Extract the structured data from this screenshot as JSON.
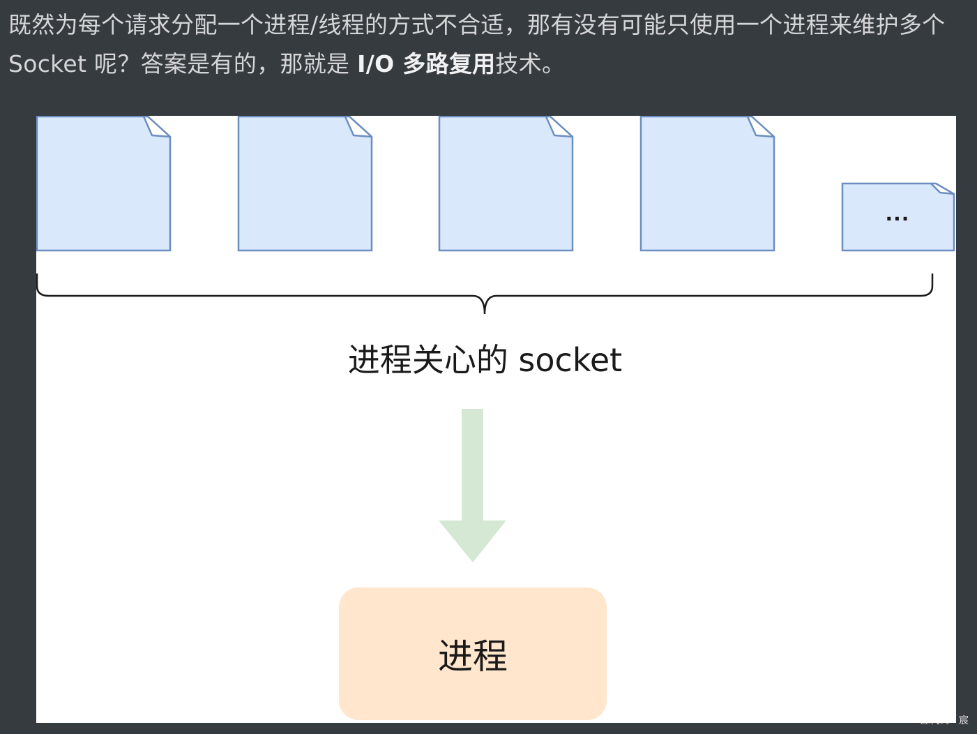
{
  "paragraph": {
    "text_before": "既然为每个请求分配一个进程/线程的方式不合适，那有没有可能只使用一个进程来维护多个 Socket 呢？答案是有的，那就是 ",
    "bold": "I/O 多路复用",
    "text_after": "技术。"
  },
  "diagram": {
    "doc_fill": "#dae8fc",
    "doc_stroke": "#6c8ebf",
    "ellipsis_label": "...",
    "brace_label": "进程关心的 socket",
    "arrow_color": "#d5e8d4",
    "process_label": "进程",
    "process_fill": "#ffe6cc"
  },
  "watermark": "源代码 · 宸"
}
